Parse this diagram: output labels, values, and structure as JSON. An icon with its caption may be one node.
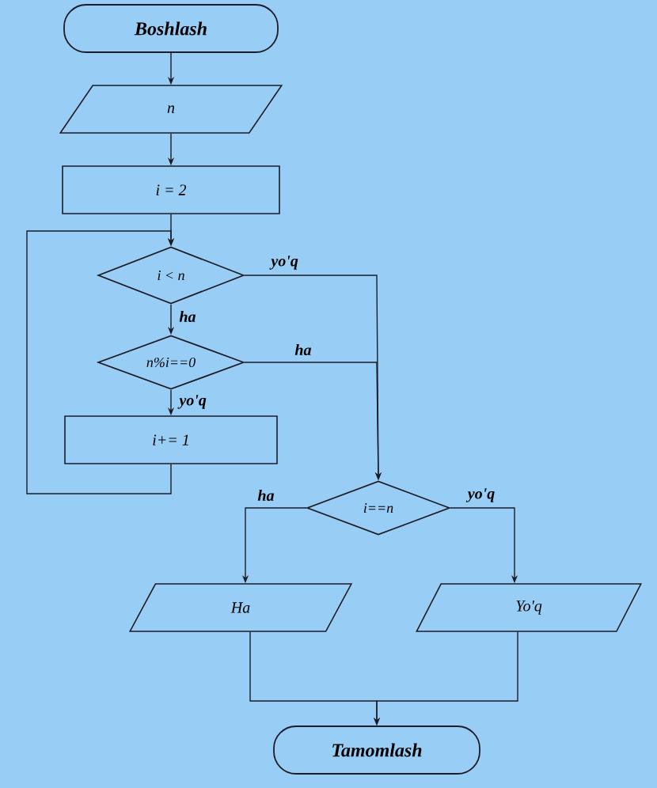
{
  "diagram": {
    "nodes": [
      {
        "text": [
          "Boshlash"
        ]
      },
      {
        "text": [
          "n"
        ]
      },
      {
        "text": [
          "i = 2"
        ]
      },
      {
        "text": [
          "i < n"
        ]
      },
      {
        "text": [
          "n%i==0"
        ]
      },
      {
        "text": [
          "i+= 1"
        ]
      },
      {
        "text": [
          "i==n"
        ]
      },
      {
        "text": [
          "Ha"
        ]
      },
      {
        "text": [
          "Yo'q"
        ]
      },
      {
        "text": [
          "Tamomlash"
        ]
      }
    ],
    "edges": [
      {
        "from": 0,
        "to": 1,
        "arrow": "to"
      },
      {
        "from": 1,
        "to": 2,
        "arrow": "to"
      },
      {
        "from": 2,
        "to": 3,
        "arrow": "to"
      },
      {
        "from": 3,
        "to": 4,
        "arrow": "to",
        "label": "ha"
      },
      {
        "from": 3,
        "to": 6,
        "arrow": "to",
        "label": "yo'q"
      },
      {
        "from": 4,
        "to": 6,
        "arrow": "to",
        "label": "ha"
      },
      {
        "from": 4,
        "to": 5,
        "arrow": "to",
        "label": "yo'q"
      },
      {
        "from": 5,
        "to": 3,
        "arrow": "to"
      },
      {
        "from": 6,
        "to": 7,
        "arrow": "to",
        "label": "ha"
      },
      {
        "from": 6,
        "to": 8,
        "arrow": "to",
        "label": "yo'q"
      },
      {
        "from": 7,
        "to": 9,
        "arrow": "to"
      },
      {
        "from": 8,
        "to": 9,
        "arrow": "to"
      }
    ]
  }
}
